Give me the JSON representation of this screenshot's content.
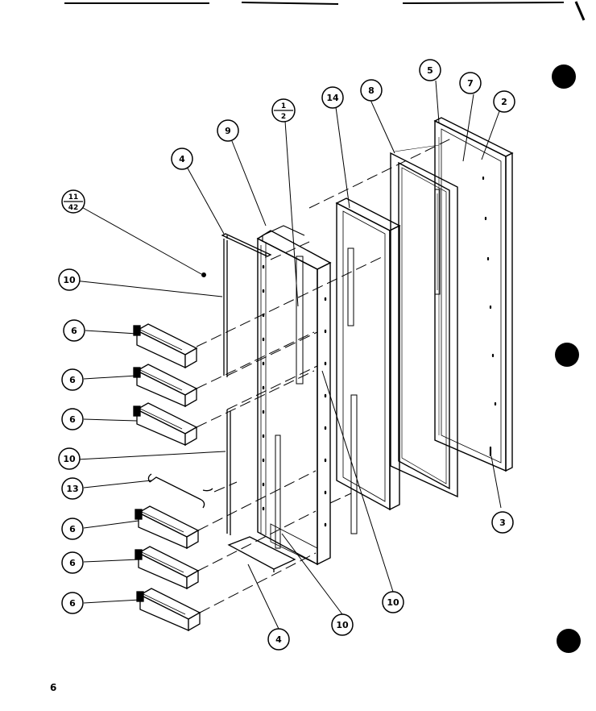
{
  "callouts": {
    "c1": "5",
    "c2": "7",
    "c3": "2",
    "c4": "14",
    "c5": "8",
    "c6": "9",
    "c7": "4",
    "c8": "10",
    "c9": "6",
    "c10": "6",
    "c11": "6",
    "c12": "10",
    "c13": "13",
    "c14": "6",
    "c15": "6",
    "c16": "6",
    "c17": "4",
    "c18": "10",
    "c19": "10",
    "c20": "3"
  },
  "fraction_callouts": {
    "f1": {
      "top": "1",
      "bottom": "2"
    },
    "f2": {
      "top": "11",
      "bottom": "42"
    }
  },
  "page_number": "6"
}
